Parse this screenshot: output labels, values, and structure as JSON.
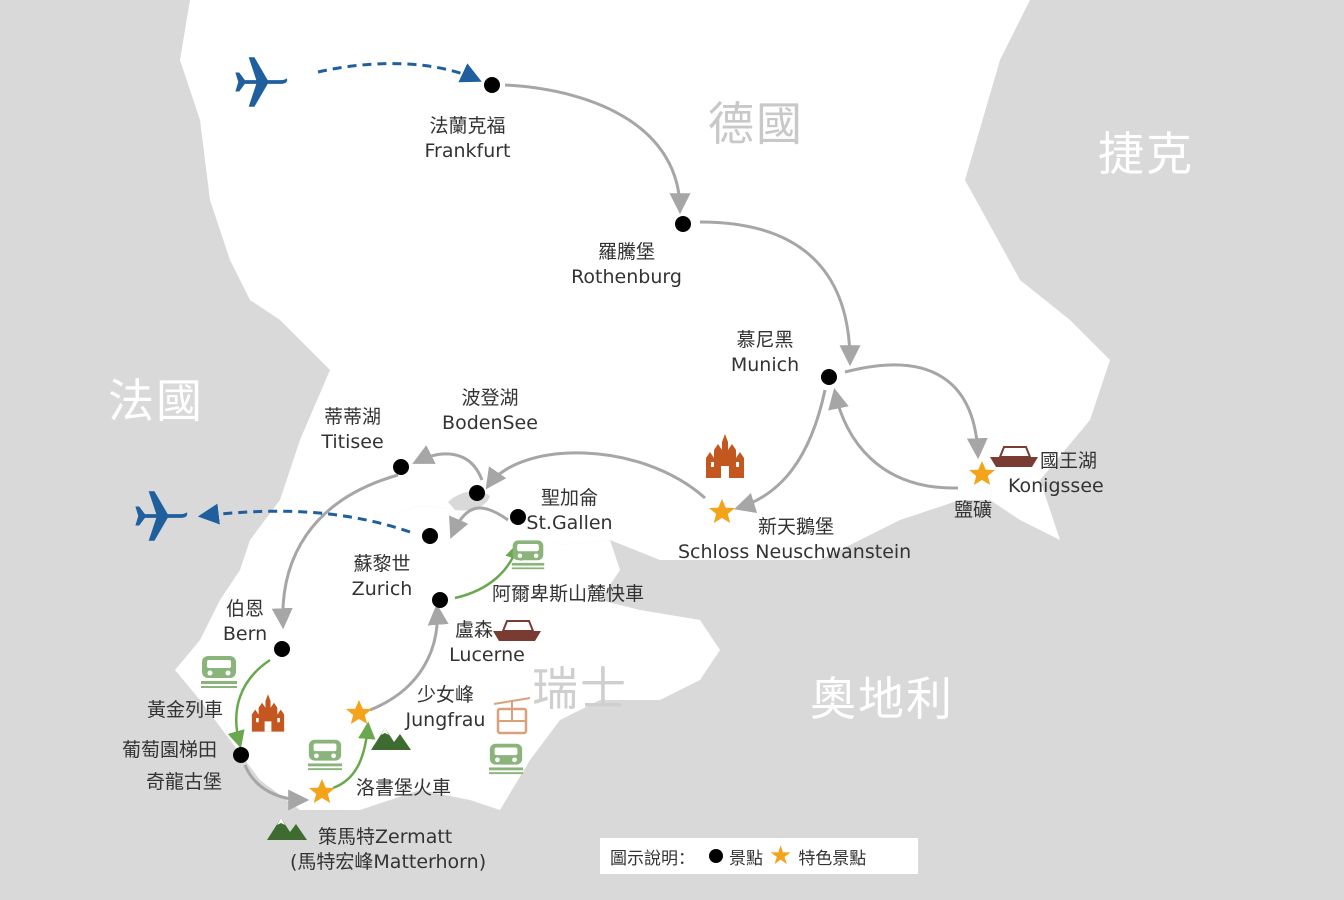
{
  "countries": {
    "germany": "德國",
    "czech": "捷克",
    "france": "法國",
    "switzerland": "瑞士",
    "austria": "奧地利"
  },
  "cities": {
    "frankfurt": {
      "zh": "法蘭克福",
      "en": "Frankfurt"
    },
    "rothenburg": {
      "zh": "羅騰堡",
      "en": "Rothenburg"
    },
    "munich": {
      "zh": "慕尼黑",
      "en": "Munich"
    },
    "konigssee": {
      "zh": "國王湖",
      "en": "Konigssee"
    },
    "salt_mine": {
      "zh": "鹽礦"
    },
    "neuschwanstein": {
      "zh": "新天鵝堡",
      "en": "Schloss Neuschwanstein"
    },
    "bodensee": {
      "zh": "波登湖",
      "en": "BodenSee"
    },
    "titisee": {
      "zh": "蒂蒂湖",
      "en": "Titisee"
    },
    "stgallen": {
      "zh": "聖加侖",
      "en": "St.Gallen"
    },
    "zurich": {
      "zh": "蘇黎世",
      "en": "Zurich"
    },
    "alpine_express": {
      "zh": "阿爾卑斯山麓快車"
    },
    "lucerne": {
      "zh": "盧森",
      "en": "Lucerne"
    },
    "bern": {
      "zh": "伯恩",
      "en": "Bern"
    },
    "jungfrau": {
      "zh": "少女峰",
      "en": "Jungfrau"
    },
    "golden_pass": {
      "zh": "黃金列車"
    },
    "vineyard": {
      "zh": "葡萄園梯田"
    },
    "chillon": {
      "zh": "奇龍古堡"
    },
    "lotschberg": {
      "zh": "洛書堡火車"
    },
    "zermatt": {
      "zh": "策馬特Zermatt",
      "en": "(馬特宏峰Matterhorn)"
    }
  },
  "legend": {
    "title": "圖示說明：",
    "sight": "景點",
    "feature": "特色景點"
  },
  "colors": {
    "route": "#a6a6a6",
    "flight": "#1f5f9e",
    "train": "#6aa84f",
    "star": "#f4a41a",
    "castle": "#c4561f",
    "boat": "#7a3b32",
    "mountain": "#3e6b2f"
  },
  "icons": [
    "airplane-icon",
    "castle-icon",
    "boat-icon",
    "train-icon",
    "cable-car-icon",
    "mountain-icon",
    "star-icon",
    "dot-icon"
  ]
}
